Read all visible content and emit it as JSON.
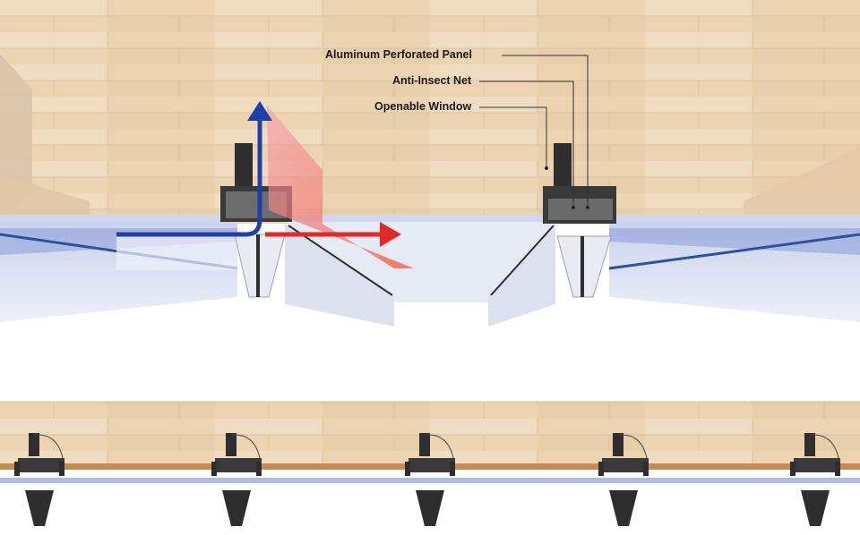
{
  "callouts": [
    {
      "id": "panel",
      "label": "Aluminum Perforated Panel"
    },
    {
      "id": "net",
      "label": "Anti-Insect Net"
    },
    {
      "id": "window",
      "label": "Openable Window"
    }
  ],
  "colors": {
    "wood": "#ead1b0",
    "wood_light": "#f2dfc5",
    "glass_blue": "#bcc9ea",
    "glass_pale": "#dbe2f4",
    "mullion_light": "#eaeaf2",
    "frame_dark": "#2e2e2e",
    "airflow_blue": "#1f3fa8",
    "airflow_red": "#dd2b2b",
    "sash_pink": "#f07a8c",
    "sill_strip": "#c98a52",
    "background": "#ffffff"
  },
  "icons": {
    "vertical_flow": "arrow-up",
    "horizontal_flow": "arrow-right",
    "sash_swing": "arc"
  }
}
